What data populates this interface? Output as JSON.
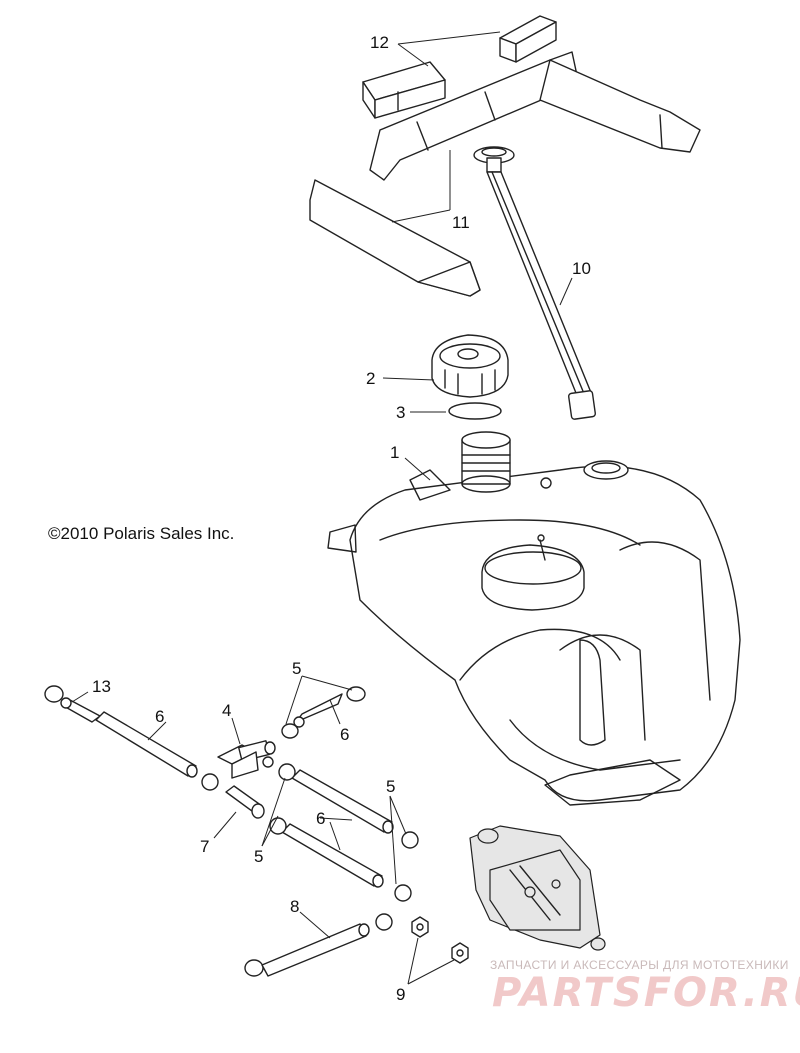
{
  "copyright": "©2010  Polaris Sales Inc.",
  "watermark": {
    "tagline": "ЗАПЧАСТИ И АКСЕССУАРЫ ДЛЯ МОТОТЕХНИКИ",
    "brand": "PARTSFOR.RU"
  },
  "callouts": {
    "c1": "1",
    "c2": "2",
    "c3": "3",
    "c4": "4",
    "c5a": "5",
    "c5b": "5",
    "c5c": "5",
    "c6a": "6",
    "c6b": "6",
    "c6c": "6",
    "c7": "7",
    "c8": "8",
    "c9": "9",
    "c10": "10",
    "c11": "11",
    "c12": "12",
    "c13": "13"
  },
  "colors": {
    "line": "#222222",
    "shade": "#e6e6e6",
    "watermark": "#f1c9c9"
  }
}
